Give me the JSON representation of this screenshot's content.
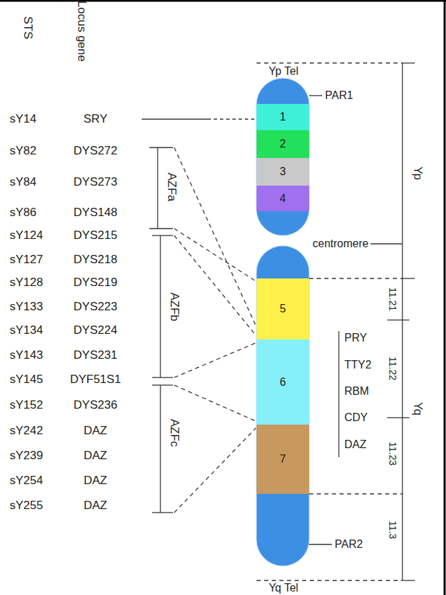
{
  "diagram": {
    "nodes": [
      {
        "text": [
          "1"
        ]
      },
      {
        "text": [
          "2"
        ]
      },
      {
        "text": [
          "3"
        ]
      },
      {
        "text": [
          "4"
        ]
      },
      {
        "text": [
          "5"
        ]
      },
      {
        "text": [
          "6"
        ]
      },
      {
        "text": [
          "7"
        ]
      }
    ],
    "labels": [
      "STS",
      "Locus gene",
      "sY14",
      "SRY",
      "sY82",
      "DYS272",
      "sY84",
      "DYS273",
      "sY86",
      "DYS148",
      "sY124",
      "DYS215",
      "sY127",
      "DYS218",
      "sY128",
      "DYS219",
      "sY133",
      "DYS223",
      "sY134",
      "DYS224",
      "sY143",
      "DYS231",
      "sY145",
      "DYF51S1",
      "sY152",
      "DYS236",
      "sY242",
      "DAZ",
      "sY239",
      "DAZ",
      "sY254",
      "DAZ",
      "sY255",
      "DAZ",
      "AZFa",
      "AZFb",
      "AZFc",
      "Yp Tel",
      "PAR1",
      "centromere",
      "PRY",
      "TTY2",
      "RBM",
      "CDY",
      "DAZ",
      "PAR2",
      "Yq Tel",
      "Yp",
      "Yq",
      "11.21",
      "11.22",
      "11.23",
      "11.3"
    ]
  }
}
